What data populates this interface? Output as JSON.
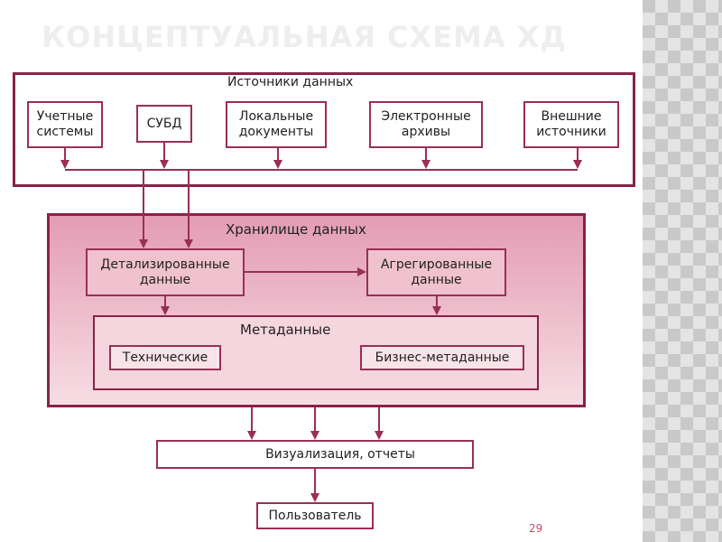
{
  "title": "КОНЦЕПТУАЛЬНАЯ СХЕМА ХД",
  "page_number": "29",
  "sources": {
    "heading": "Источники данных",
    "items": [
      "Учетные системы",
      "СУБД",
      "Локальные документы",
      "Электронные архивы",
      "Внешние источники"
    ]
  },
  "warehouse": {
    "heading": "Хранилище данных",
    "detailed": "Детализированные данные",
    "aggregated": "Агрегированные данные",
    "metadata": {
      "heading": "Метаданные",
      "technical": "Технические",
      "business": "Бизнес-метаданные"
    }
  },
  "visualization": "Визуализация, отчеты",
  "user": "Пользователь",
  "colors": {
    "accent": "#9a2f55",
    "warehouse_fill": "#e7a9bb",
    "metadata_fill": "#f3d3dc"
  }
}
